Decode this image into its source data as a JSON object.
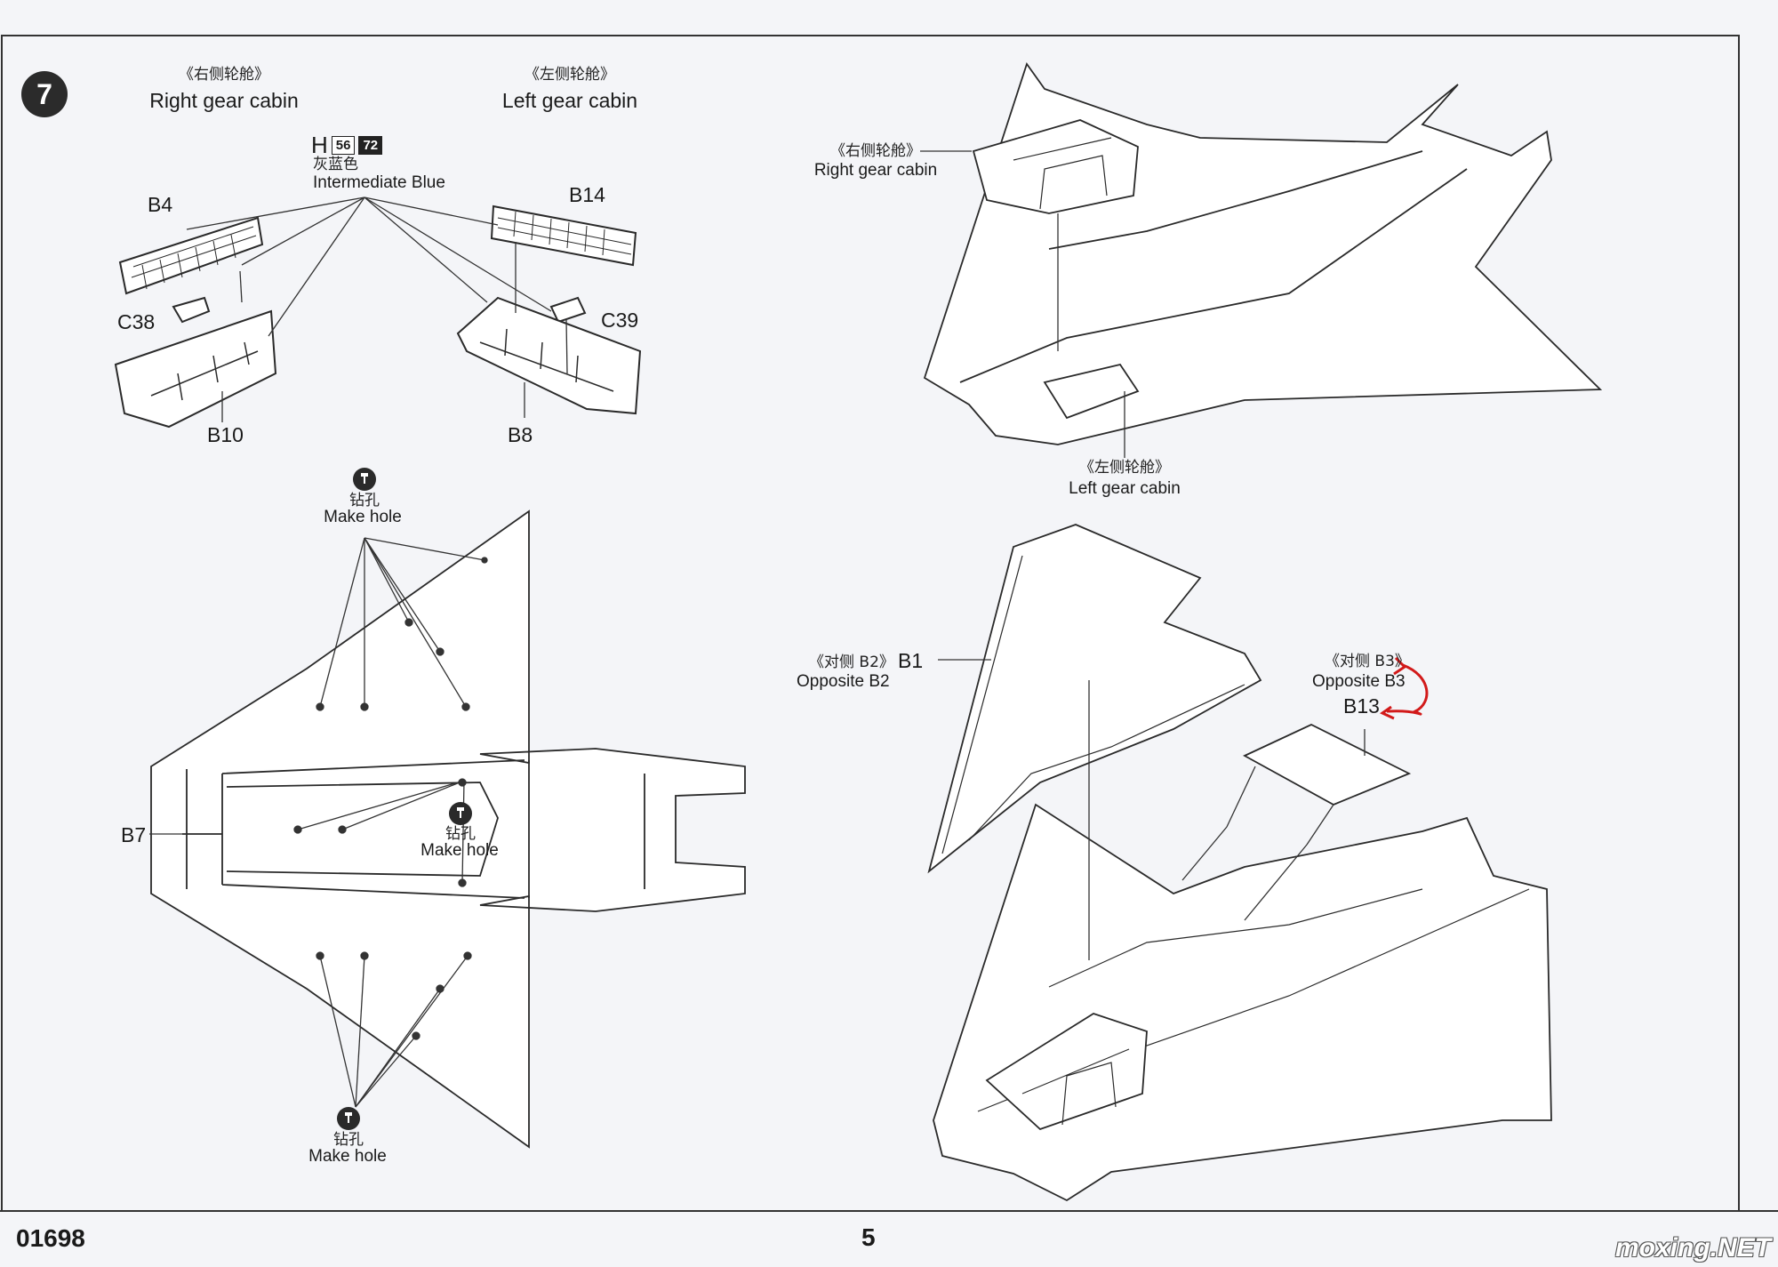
{
  "step": {
    "number": "7"
  },
  "top_left": {
    "right_cabin": {
      "cn": "《右侧轮舱》",
      "en": "Right gear cabin"
    },
    "left_cabin": {
      "cn": "《左侧轮舱》",
      "en": "Left gear cabin"
    },
    "paint": {
      "prefix": "H",
      "code1": "56",
      "code2": "72",
      "cn": "灰蓝色",
      "en": "Intermediate Blue"
    },
    "parts": {
      "b4": "B4",
      "b14": "B14",
      "c38": "C38",
      "c39": "C39",
      "b10": "B10",
      "b8": "B8"
    }
  },
  "bottom_left": {
    "drill_cn": "钻孔",
    "drill_en": "Make hole",
    "b7": "B7"
  },
  "top_right": {
    "right_cabin": {
      "cn": "《右侧轮舱》",
      "en": "Right gear cabin"
    },
    "left_cabin": {
      "cn": "《左侧轮舱》",
      "en": "Left gear cabin"
    }
  },
  "bottom_right": {
    "b1": {
      "cn": "《对侧 B2》",
      "part": "B1",
      "en": "Opposite B2"
    },
    "b13": {
      "cn": "《对侧 B3》",
      "en": "Opposite B3",
      "part": "B13"
    }
  },
  "footer": {
    "code": "01698",
    "page": "5"
  },
  "watermark": "moxing.NET",
  "colors": {
    "ink": "#2a2a2a",
    "paper": "#f4f5f8",
    "annotation": "#d21a1a"
  }
}
